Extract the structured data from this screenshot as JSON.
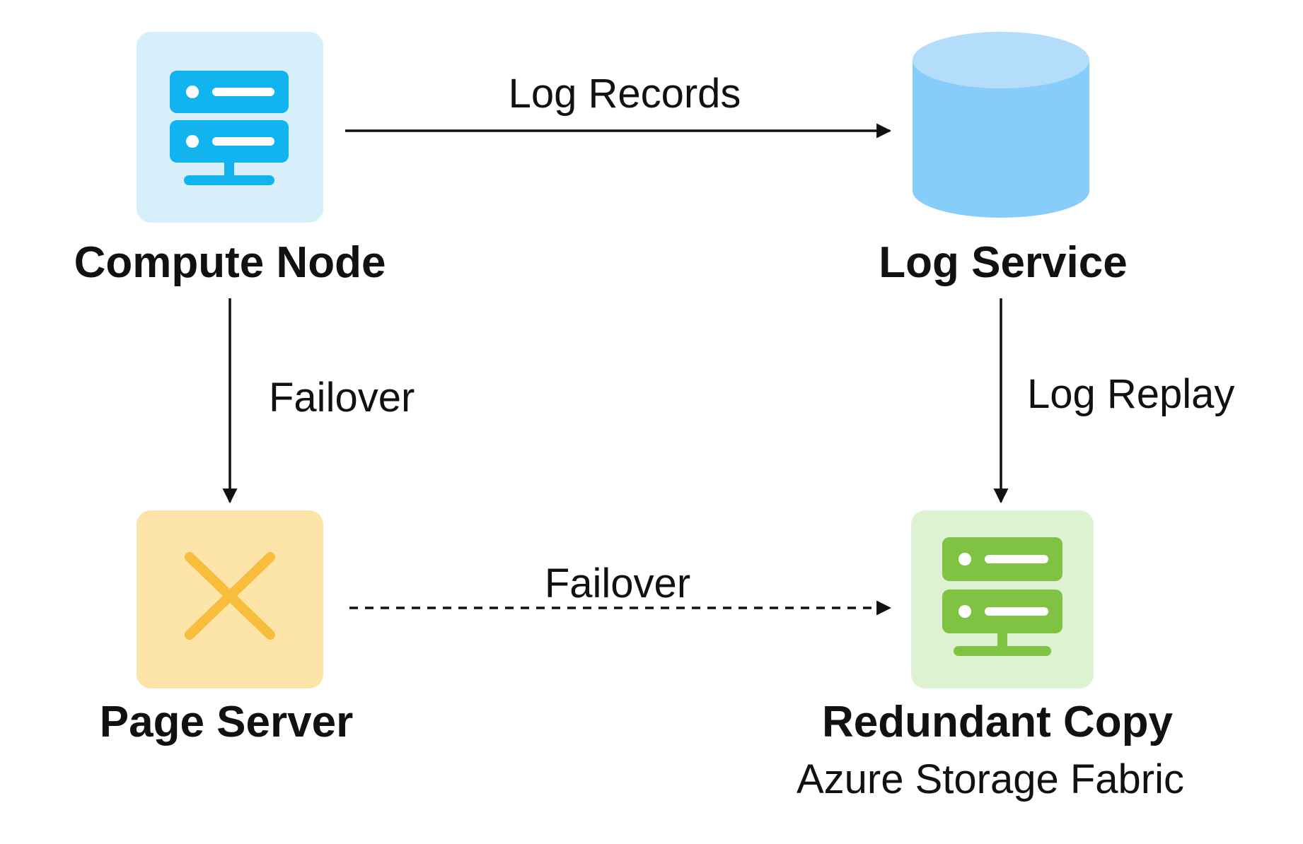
{
  "nodes": {
    "compute": {
      "label": "Compute Node",
      "icon": "server-icon",
      "tile_color": "#d6effb",
      "icon_color": "#12b4ef"
    },
    "log_service": {
      "label": "Log Service",
      "icon": "database-cylinder-icon",
      "top_color": "#b3ddfb",
      "body_color": "#87cdfb"
    },
    "page_server": {
      "label": "Page Server",
      "icon": "x-mark-icon",
      "tile_color": "#fde4a8",
      "icon_color": "#f8bd3b"
    },
    "redundant": {
      "label": "Redundant Copy",
      "sublabel": "Azure Storage Fabric",
      "icon": "server-icon",
      "tile_color": "#ddf1d3",
      "icon_color": "#80c241"
    }
  },
  "edges": {
    "log_records": {
      "label": "Log Records",
      "style": "solid"
    },
    "failover_vertical": {
      "label": "Failover",
      "style": "solid"
    },
    "log_replay": {
      "label": "Log Replay",
      "style": "solid"
    },
    "failover_horizontal": {
      "label": "Failover",
      "style": "dashed"
    }
  },
  "colors": {
    "line": "#111111",
    "text": "#111111",
    "background": "#ffffff"
  }
}
